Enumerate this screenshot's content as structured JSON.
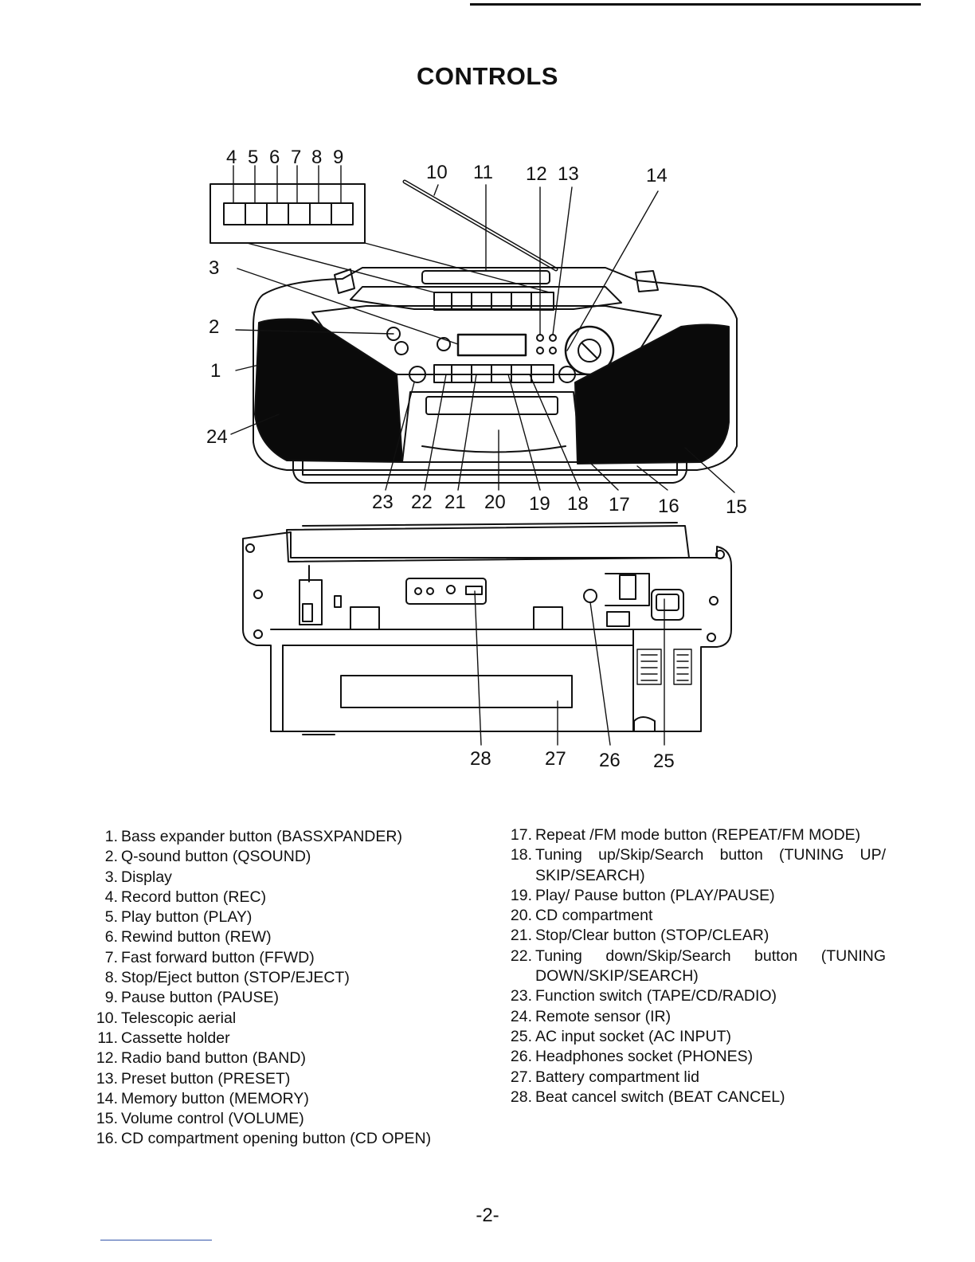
{
  "page": {
    "title": "CONTROLS",
    "page_number": "-2-"
  },
  "callouts": {
    "c1": "1",
    "c2": "2",
    "c3": "3",
    "c4": "4",
    "c5": "5",
    "c6": "6",
    "c7": "7",
    "c8": "8",
    "c9": "9",
    "c10": "10",
    "c11": "11",
    "c12": "12",
    "c13": "13",
    "c14": "14",
    "c15": "15",
    "c16": "16",
    "c17": "17",
    "c18": "18",
    "c19": "19",
    "c20": "20",
    "c21": "21",
    "c22": "22",
    "c23": "23",
    "c24": "24",
    "c25": "25",
    "c26": "26",
    "c27": "27",
    "c28": "28"
  },
  "controls_left": [
    {
      "num": "1.",
      "text": "Bass expander button (BASSXPANDER)"
    },
    {
      "num": "2.",
      "text": "Q-sound button (QSOUND)"
    },
    {
      "num": "3.",
      "text": "Display"
    },
    {
      "num": "4.",
      "text": "Record button (REC)"
    },
    {
      "num": "5.",
      "text": "Play button (PLAY)"
    },
    {
      "num": "6.",
      "text": "Rewind button (REW)"
    },
    {
      "num": "7.",
      "text": "Fast forward button (FFWD)"
    },
    {
      "num": "8.",
      "text": "Stop/Eject button (STOP/EJECT)"
    },
    {
      "num": "9.",
      "text": "Pause button (PAUSE)"
    },
    {
      "num": "10.",
      "text": "Telescopic aerial"
    },
    {
      "num": "11.",
      "text": "Cassette holder"
    },
    {
      "num": "12.",
      "text": "Radio band button (BAND)"
    },
    {
      "num": "13.",
      "text": "Preset button (PRESET)"
    },
    {
      "num": "14.",
      "text": "Memory button (MEMORY)"
    },
    {
      "num": "15.",
      "text": "Volume control (VOLUME)"
    },
    {
      "num": "16.",
      "text": "CD compartment opening button (CD OPEN)"
    }
  ],
  "controls_right": [
    {
      "num": "17.",
      "text": "Repeat /FM mode button (REPEAT/FM MODE)"
    },
    {
      "num": "18.",
      "text": "Tuning up/Skip/Search button (TUNING UP/ SKIP/SEARCH)"
    },
    {
      "num": "19.",
      "text": "Play/ Pause button (PLAY/PAUSE)"
    },
    {
      "num": "20.",
      "text": "CD compartment"
    },
    {
      "num": "21.",
      "text": "Stop/Clear button (STOP/CLEAR)"
    },
    {
      "num": "22.",
      "text": "Tuning down/Skip/Search button (TUNING DOWN/SKIP/SEARCH)"
    },
    {
      "num": "23.",
      "text": "Function switch (TAPE/CD/RADIO)"
    },
    {
      "num": "24.",
      "text": "Remote sensor (IR)"
    },
    {
      "num": "25.",
      "text": "AC input socket (AC INPUT)"
    },
    {
      "num": "26.",
      "text": "Headphones socket (PHONES)"
    },
    {
      "num": "27.",
      "text": "Battery compartment lid"
    },
    {
      "num": "28.",
      "text": "Beat cancel switch (BEAT CANCEL)"
    }
  ]
}
